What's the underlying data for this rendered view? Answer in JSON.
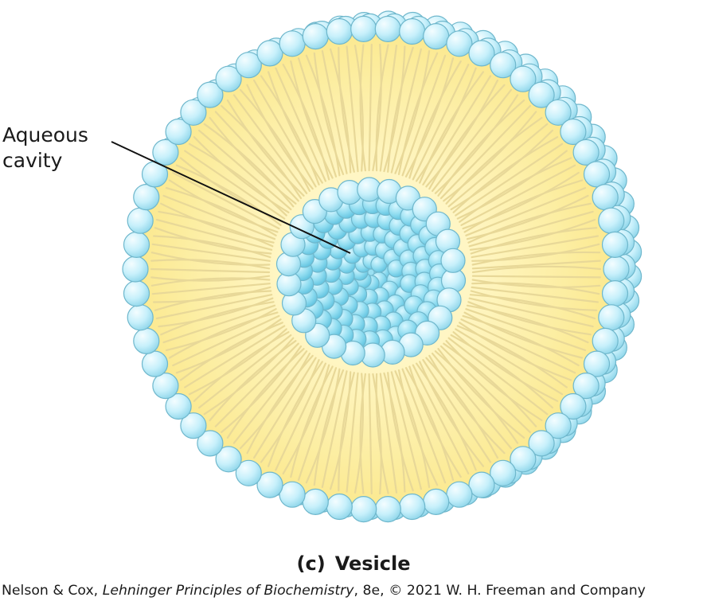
{
  "diagram": {
    "title": "Vesicle",
    "panel_letter": "(c)",
    "labels": [
      {
        "id": "aqueous-cavity",
        "lines": [
          "Aqueous",
          "cavity"
        ]
      }
    ],
    "colors": {
      "head_fill": "#bfeefb",
      "head_stroke": "#6fb7cc",
      "inner_head_fill": "#8fdcf0",
      "tail_region": "#fbeea6",
      "tail_line": "#e8d898",
      "leader_line": "#111111"
    }
  },
  "credit": {
    "authors": "Nelson & Cox, ",
    "book_title": "Lehninger Principles of Biochemistry",
    "edition_publisher": ", 8e, © 2021 W. H. Freeman and Company"
  }
}
